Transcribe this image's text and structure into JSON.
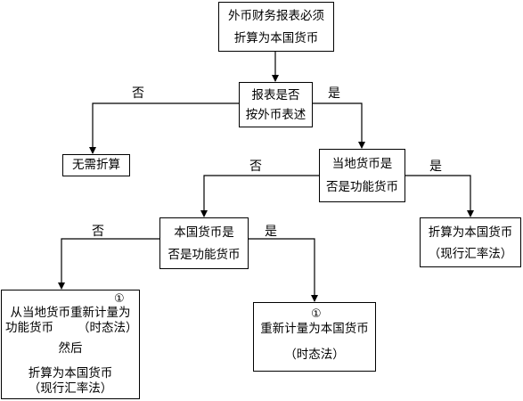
{
  "nodes": {
    "root": {
      "line1": "外币财务报表必须",
      "line2": "折算为本国货币"
    },
    "q1": {
      "line1": "报表是否",
      "line2": "按外币表述"
    },
    "no_translation": {
      "text": "无需折算"
    },
    "q2": {
      "line1": "当地货币是",
      "line2": "否是功能货币"
    },
    "current_rate_right": {
      "line1": "折算为本国货币",
      "line2": "（现行汇率法）"
    },
    "q3": {
      "line1": "本国货币是",
      "line2": "否是功能货币"
    },
    "remeasure_then_translate": {
      "marker": "①",
      "line1": "从当地货币重新计量为",
      "line2a": "功能货币",
      "line2b": "（时态法）",
      "line3": "然后",
      "line4": "折算为本国货币",
      "line5": "（现行汇率法）"
    },
    "remeasure_home": {
      "marker": "①",
      "line1": "重新计量为本国货币",
      "line2": "（时态法）"
    }
  },
  "edge_labels": {
    "q1_no": "否",
    "q1_yes": "是",
    "q2_no": "否",
    "q2_yes": "是",
    "q3_no": "否",
    "q3_yes": "是"
  }
}
